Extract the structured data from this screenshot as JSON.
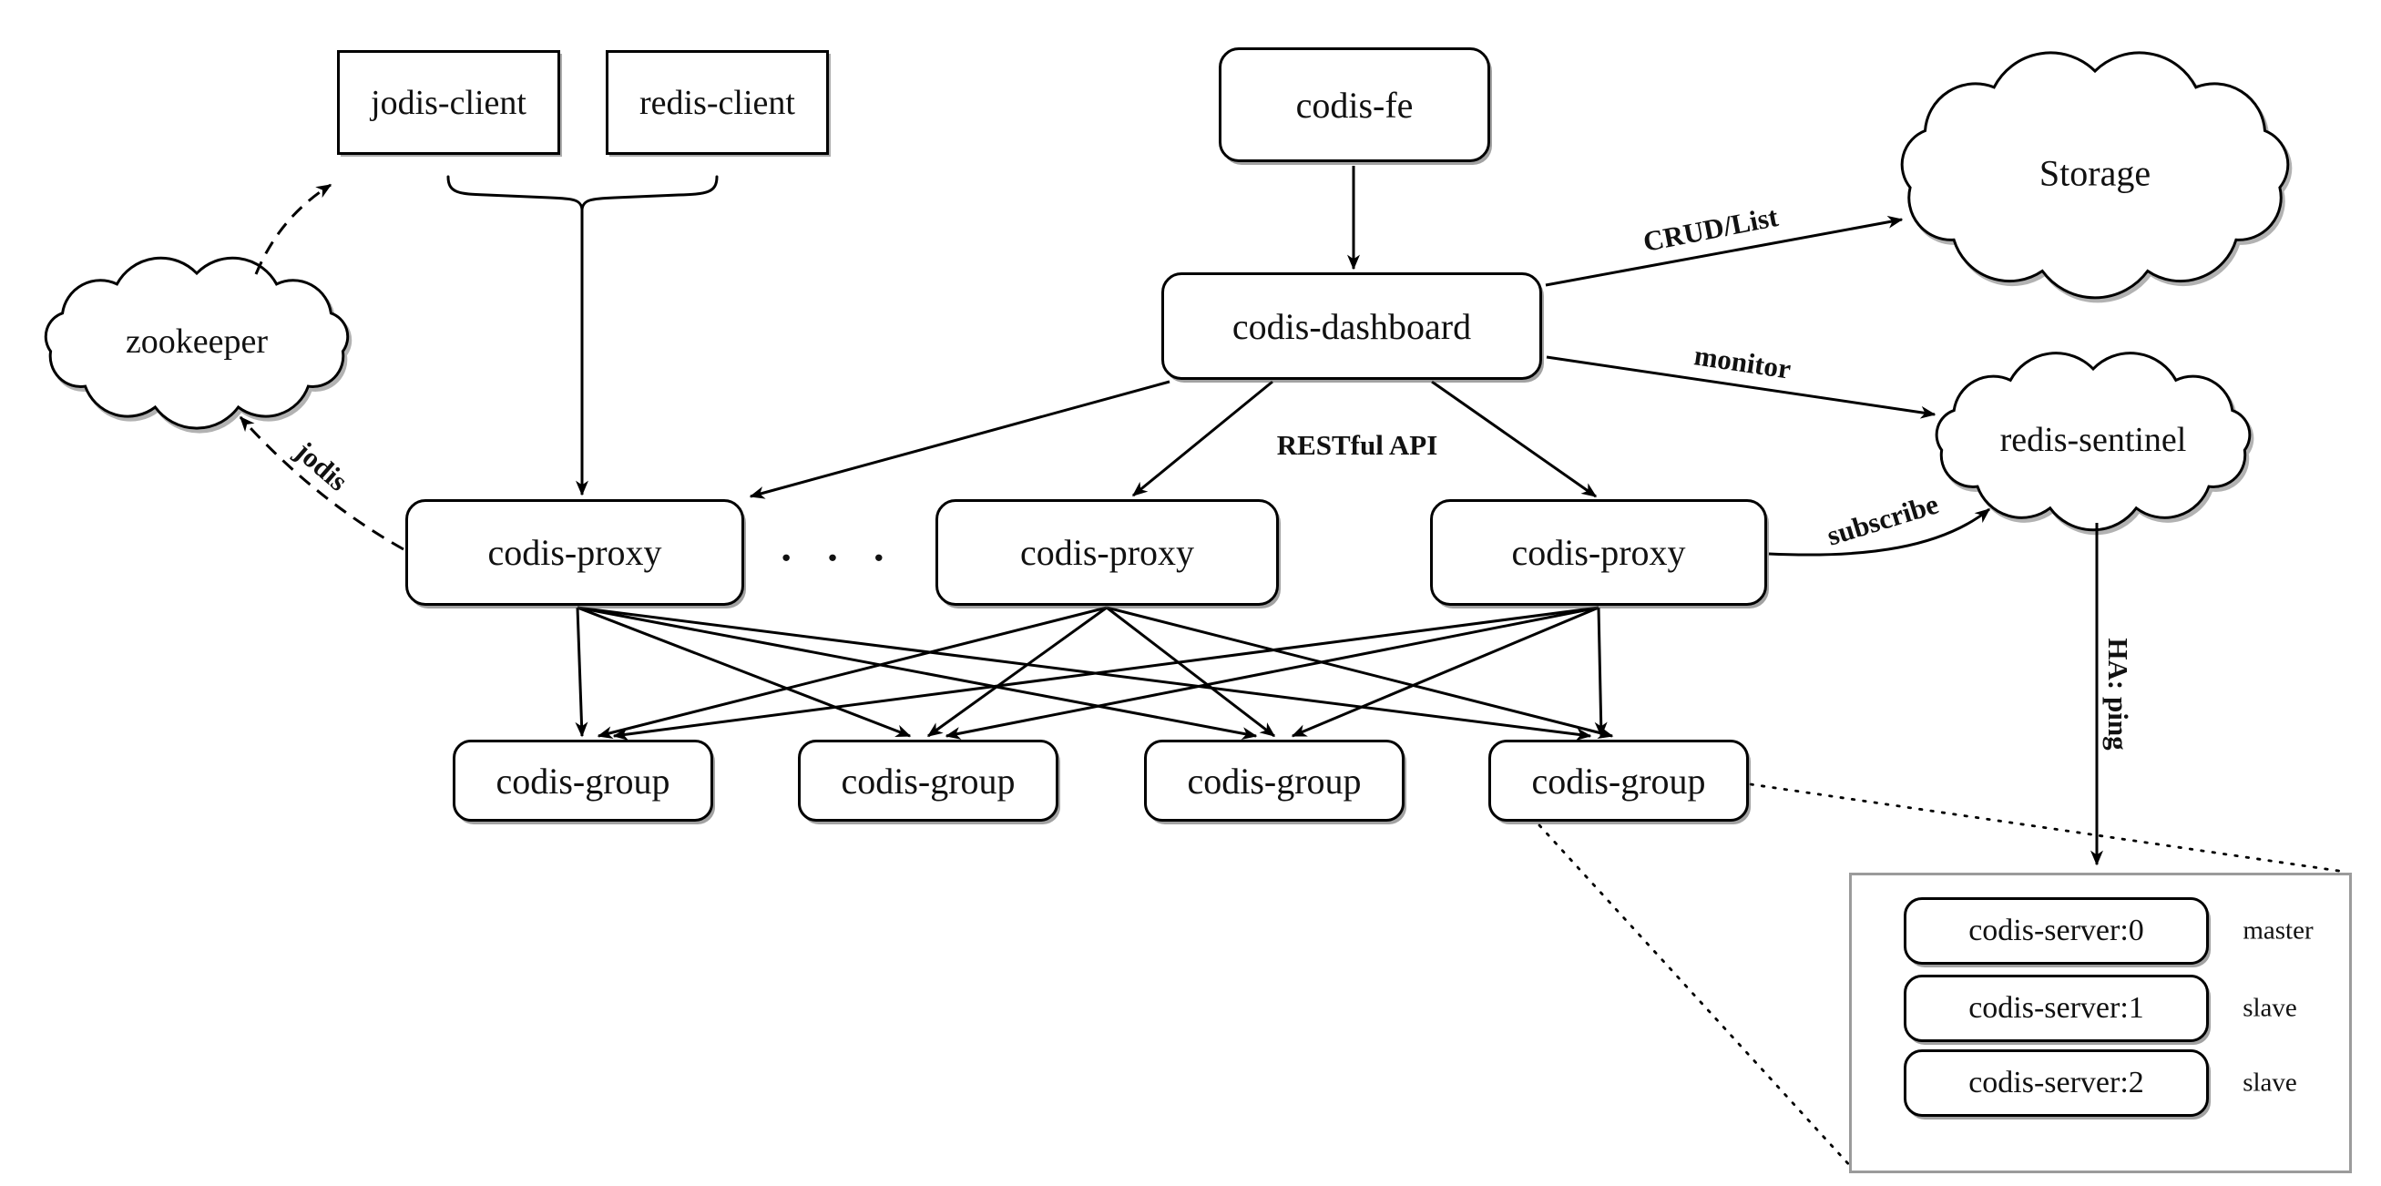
{
  "diagram": {
    "clients": [
      {
        "label": "jodis-client"
      },
      {
        "label": "redis-client"
      }
    ],
    "frontend": {
      "label": "codis-fe"
    },
    "dashboard": {
      "label": "codis-dashboard"
    },
    "proxies": [
      {
        "label": "codis-proxy"
      },
      {
        "label": "codis-proxy"
      },
      {
        "label": "codis-proxy"
      }
    ],
    "proxy_ellipsis": "· · ·",
    "groups": [
      {
        "label": "codis-group"
      },
      {
        "label": "codis-group"
      },
      {
        "label": "codis-group"
      },
      {
        "label": "codis-group"
      }
    ],
    "clouds": {
      "zookeeper": {
        "label": "zookeeper"
      },
      "storage": {
        "label": "Storage"
      },
      "sentinel": {
        "label": "redis-sentinel"
      }
    },
    "servers": {
      "items": [
        {
          "label": "codis-server:0",
          "role": "master"
        },
        {
          "label": "codis-server:1",
          "role": "slave"
        },
        {
          "label": "codis-server:2",
          "role": "slave"
        }
      ]
    },
    "edge_labels": {
      "crud": "CRUD/List",
      "monitor": "monitor",
      "restful_api": "RESTful API",
      "subscribe": "subscribe",
      "jodis": "jodis",
      "ha_ping": "HA: ping"
    },
    "colors": {
      "stroke": "#000000",
      "container_border": "#9b9b9b",
      "background": "#ffffff",
      "text": "#111111"
    }
  }
}
